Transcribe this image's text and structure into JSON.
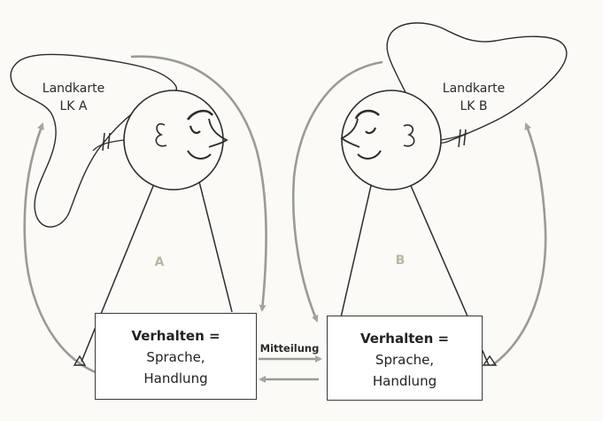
{
  "person_a": {
    "map_line1": "Landkarte",
    "map_line2": "LK A",
    "letter": "A",
    "behavior_title": "Verhalten =",
    "behavior_line2": "Sprache,",
    "behavior_line3": "Handlung"
  },
  "person_b": {
    "map_line1": "Landkarte",
    "map_line2": "LK B",
    "letter": "B",
    "behavior_title": "Verhalten =",
    "behavior_line2": "Sprache,",
    "behavior_line3": "Handlung"
  },
  "message_label": "Mitteilung",
  "colors": {
    "arrow_gray": "#9a9a96",
    "line_dark": "#2c2c2c",
    "background": "#fbfaf6"
  }
}
